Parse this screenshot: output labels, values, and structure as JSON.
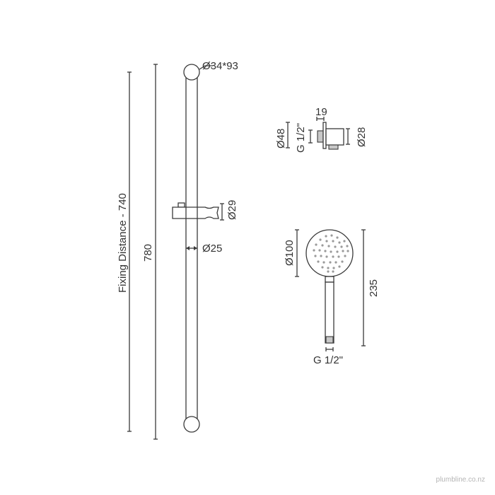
{
  "diagram": {
    "type": "technical-drawing",
    "subject": "shower rail set",
    "rail": {
      "end_cap_label": "Ø34*93",
      "rail_diameter_label": "Ø25",
      "slider_height_label": "Ø29",
      "overall_length_label": "780",
      "fixing_distance_label": "Fixing Distance - 740"
    },
    "wall_elbow": {
      "depth_label": "19",
      "outer_diameter_label": "Ø48",
      "thread_label": "G 1/2\"",
      "body_diameter_label": "Ø28"
    },
    "hand_shower": {
      "head_diameter_label": "Ø100",
      "length_label": "235",
      "thread_label": "G 1/2\""
    }
  },
  "footer": {
    "watermark": "plumbline.co.nz"
  },
  "colors": {
    "line": "#3a3a3a",
    "text": "#333333",
    "watermark": "#b5b5b5",
    "background": "#ffffff"
  }
}
